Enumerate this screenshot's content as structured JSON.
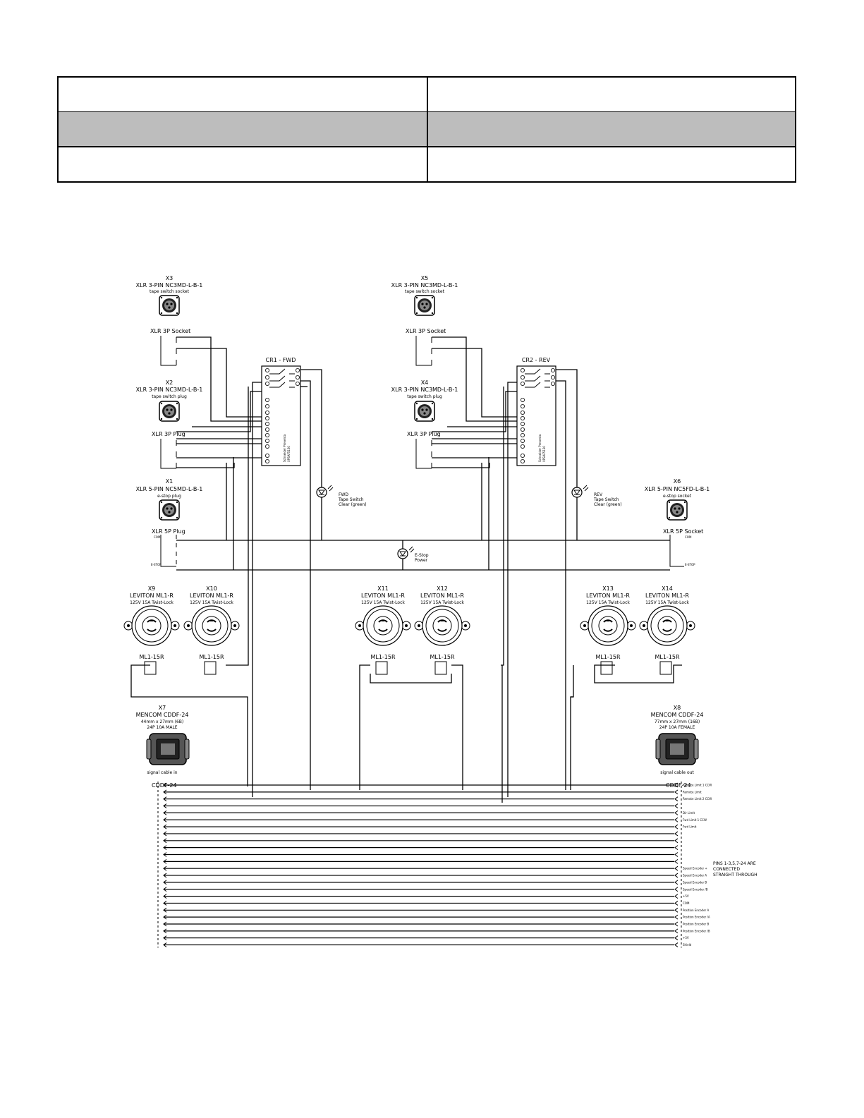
{
  "header_table": {
    "rows": [
      {
        "left": "",
        "right": ""
      },
      {
        "left": "",
        "right": ""
      },
      {
        "left": "",
        "right": ""
      }
    ]
  },
  "connectors": {
    "x3": {
      "id": "X3",
      "part": "XLR 3-PIN NC3MD-L-B-1",
      "desc": "tape switch socket",
      "term": "XLR 3P Socket"
    },
    "x2": {
      "id": "X2",
      "part": "XLR 3-PIN NC3MD-L-B-1",
      "desc": "tape switch plug",
      "term": "XLR 3P Plug"
    },
    "x1": {
      "id": "X1",
      "part": "XLR 5-PIN NC5MD-L-B-1",
      "desc": "e-stop plug",
      "term": "XLR 5P Plug"
    },
    "x5": {
      "id": "X5",
      "part": "XLR 3-PIN NC3MD-L-B-1",
      "desc": "tape switch socket",
      "term": "XLR 3P Socket"
    },
    "x4": {
      "id": "X4",
      "part": "XLR 3-PIN NC3MD-L-B-1",
      "desc": "tape switch plug",
      "term": "XLR 3P Plug"
    },
    "x6": {
      "id": "X6",
      "part": "XLR 5-PIN NC5FD-L-B-1",
      "desc": "e-stop socket",
      "term": "XLR 5P Socket"
    },
    "x7": {
      "id": "X7",
      "part": "MENCOM CDDF-24",
      "size": "44mm x 27mm (6B)",
      "rating": "24P 10A MALE",
      "desc": "signal cable in",
      "term": "CDDF-24"
    },
    "x8": {
      "id": "X8",
      "part": "MENCOM CDDF-24",
      "size": "77mm x 27mm (16B)",
      "rating": "24P 10A FEMALE",
      "desc": "signal cable out",
      "term": "CDDF-24"
    }
  },
  "relays": {
    "cr1": {
      "title": "CR1 - FWD",
      "brand": "Schneider Preventa",
      "model": "XPSAF5130"
    },
    "cr2": {
      "title": "CR2 - REV",
      "brand": "Schneider Preventa",
      "model": "XPSAF5130"
    }
  },
  "lamps": {
    "fwd": [
      "FWD",
      "Tape Switch",
      "Clear (green)"
    ],
    "rev": [
      "REV",
      "Tape Switch",
      "Clear (green)"
    ],
    "estop": [
      "E-Stop",
      "Power"
    ]
  },
  "receptacles": [
    {
      "id": "X9",
      "part": "LEVITON ML1-R",
      "rating": "125V 15A Twist-Lock",
      "term": "ML1-15R"
    },
    {
      "id": "X10",
      "part": "LEVITON ML1-R",
      "rating": "125V 15A Twist-Lock",
      "term": "ML1-15R"
    },
    {
      "id": "X11",
      "part": "LEVITON ML1-R",
      "rating": "125V 15A Twist-Lock",
      "term": "ML1-15R"
    },
    {
      "id": "X12",
      "part": "LEVITON ML1-R",
      "rating": "125V 15A Twist-Lock",
      "term": "ML1-15R"
    },
    {
      "id": "X13",
      "part": "LEVITON ML1-R",
      "rating": "125V 15A Twist-Lock",
      "term": "ML1-15R"
    },
    {
      "id": "X14",
      "part": "LEVITON ML1-R",
      "rating": "125V 15A Twist-Lock",
      "term": "ML1-15R"
    }
  ],
  "pin_note": [
    "PINS 1-3,5,7-24 ARE",
    "CONNECTED",
    "STRAIGHT THROUGH"
  ],
  "pin_labels": [
    "Remote Limit 1 CCW",
    "Remote Limit",
    "Remote Limit 2 CCW",
    "",
    "Dir Limit",
    "Fwd Limit 1 CCW",
    "Fwd Limit",
    "",
    "",
    "",
    "",
    "",
    "Speed Encoder +",
    "Speed Encoder A",
    "Speed Encoder B",
    "Speed Encoder /B",
    "+5V",
    "COM",
    "Position Encoder A",
    "Position Encoder /A",
    "Position Encoder B",
    "Position Encoder /B",
    "+5V",
    "Shield"
  ],
  "xlr5_pin_labels": {
    "top": "COM",
    "bottom": "E-STOP"
  }
}
